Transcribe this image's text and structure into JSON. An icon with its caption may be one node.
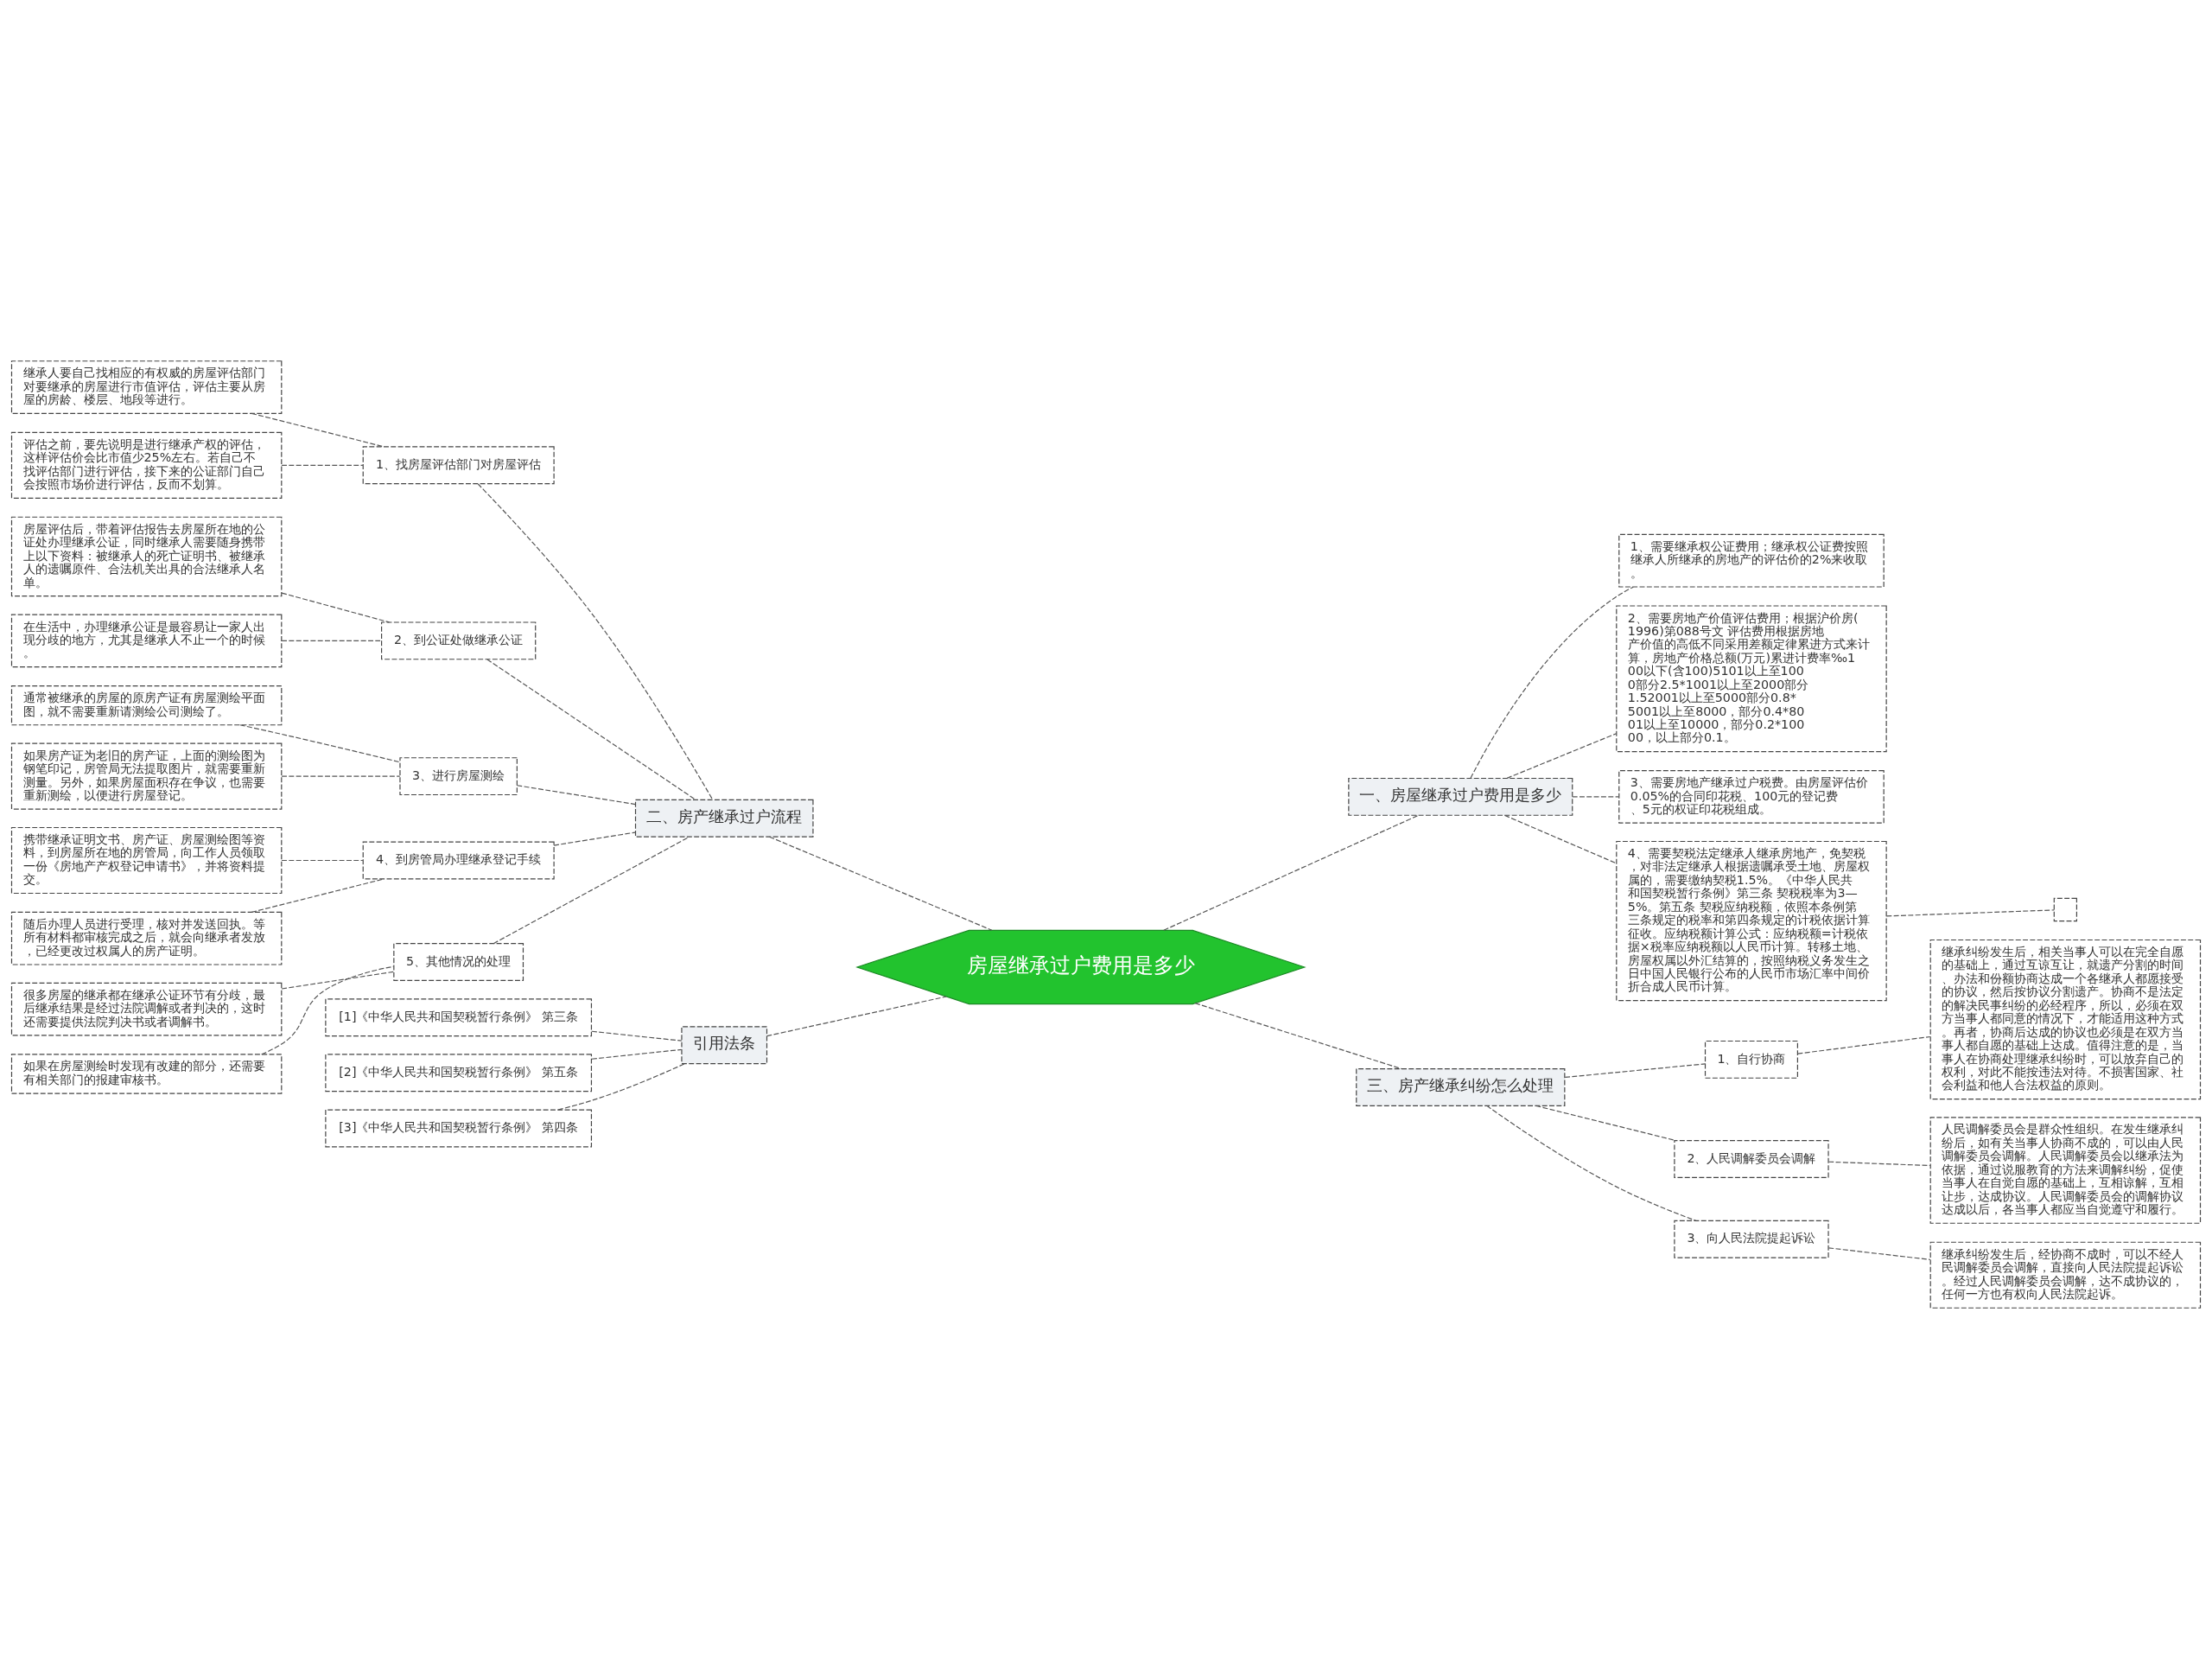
{
  "diagram": {
    "nodes": [
      {
        "text": [
          "房屋继承过户费用是多少"
        ]
      },
      {
        "text": [
          "一、房屋继承过户费用是多少"
        ]
      },
      {
        "text": [
          "1、需要继承权公证费用；继承权公证费按照继承人所继承的房地产的评估价的2%来收取。"
        ]
      },
      {
        "text": [
          "2、需要房地产价值评估费用；根据沪价房(1996)第088号文 评估费用根据房地产价值的高低不同采用差额定律累进方式来计算，房地产价格总额(万元)累进计费率‰100以下(含100)5101以上至1000部分2.5*1001以上至2000部分1.52001以上至5000部分0.8*5001以上至8000，部分0.4*8001以上至10000，部分0.2*10000，以上部分0.1。"
        ]
      },
      {
        "text": [
          "3、需要房地产继承过户税费。由房屋评估价0.05%的合同印花税、100元的登记费、5元的权证印花税组成。"
        ]
      },
      {
        "text": [
          "4、需要契税法定继承人继承房地产，免契税，对非法定继承人根据遗嘱承受土地、房屋权属的，需要缴纳契税1.5%。《中华人民共和国契税暂行条例》第三条 契税税率为3—5%。第五条 契税应纳税额，依照本条例第三条规定的税率和第四条规定的计税依据计算征收。应纳税额计算公式：应纳税额=计税依据×税率应纳税额以人民币计算。转移土地、房屋权属以外汇结算的，按照纳税义务发生之日中国人民银行公布的人民币市场汇率中间价折合成人民币计算。"
        ]
      },
      {
        "text": [],
        "shape": "box"
      },
      {
        "text": [
          "三、房产继承纠纷怎么处理"
        ]
      },
      {
        "text": [
          "1、自行协商"
        ]
      },
      {
        "text": [
          "继承纠纷发生后，相关当事人可以在完全自愿的基础上，通过互谅互让，就遗产分割的时间、办法和份额协商达成一个各继承人都愿接受的协议，然后按协议分割遗产。协商不是法定的解决民事纠纷的必经程序，所以，必须在双方当事人都同意的情况下，才能适用这种方式。再者，协商后达成的协议也必须是在双方当事人都自愿的基础上达成。值得注意的是，当事人在协商处理继承纠纷时，可以放弃自己的权利，对此不能按违法对待。不损害国家、社会利益和他人合法权益的原则。"
        ]
      },
      {
        "text": [
          "2、人民调解委员会调解"
        ]
      },
      {
        "text": [
          "人民调解委员会是群众性组织。在发生继承纠纷后，如有关当事人协商不成的，可以由人民调解委员会调解。人民调解委员会以继承法为依据，通过说服教育的方法来调解纠纷，促使当事人在自觉自愿的基础上，互相谅解，互相让步，达成协议。人民调解委员会的调解协议达成以后，各当事人都应当自觉遵守和履行。"
        ]
      },
      {
        "text": [
          "3、向人民法院提起诉讼"
        ]
      },
      {
        "text": [
          "继承纠纷发生后，经协商不成时，可以不经人民调解委员会调解，直接向人民法院提起诉讼。经过人民调解委员会调解，达不成协议的，任何一方也有权向人民法院起诉。"
        ]
      },
      {
        "text": [
          "二、房产继承过户流程"
        ]
      },
      {
        "text": [
          "1、找房屋评估部门对房屋评估"
        ]
      },
      {
        "text": [
          "继承人要自己找相应的有权威的房屋评估部门对要继承的房屋进行市值评估，评估主要从房屋的房龄、楼层、地段等进行。"
        ]
      },
      {
        "text": [
          "评估之前，要先说明是进行继承产权的评估，这样评估价会比市值少25%左右。若自己不找评估部门进行评估，接下来的公证部门自己会按照市场价进行评估，反而不划算。"
        ]
      },
      {
        "text": [
          "2、到公证处做继承公证"
        ]
      },
      {
        "text": [
          "房屋评估后，带着评估报告去房屋所在地的公证处办理继承公证，同时继承人需要随身携带上以下资料：被继承人的死亡证明书、被继承人的遗嘱原件、合法机关出具的合法继承人名单。"
        ]
      },
      {
        "text": [
          "在生活中，办理继承公证是最容易让一家人出现分歧的地方，尤其是继承人不止一个的时候。"
        ]
      },
      {
        "text": [
          "3、进行房屋测绘"
        ]
      },
      {
        "text": [
          "通常被继承的房屋的原房产证有房屋测绘平面图，就不需要重新请测绘公司测绘了。"
        ]
      },
      {
        "text": [
          "如果房产证为老旧的房产证，上面的测绘图为钢笔印记，房管局无法提取图片，就需要重新测量。另外，如果房屋面积存在争议，也需要重新测绘，以便进行房屋登记。"
        ]
      },
      {
        "text": [
          "4、到房管局办理继承登记手续"
        ]
      },
      {
        "text": [
          "携带继承证明文书、房产证、房屋测绘图等资料，到房屋所在地的房管局，向工作人员领取一份《房地产产权登记申请书》，并将资料提交。"
        ]
      },
      {
        "text": [
          "随后办理人员进行受理，核对并发送回执。等所有材料都审核完成之后，就会向继承者发放，已经更改过权属人的房产证明。"
        ]
      },
      {
        "text": [
          "5、其他情况的处理"
        ]
      },
      {
        "text": [
          "很多房屋的继承都在继承公证环节有分歧，最后继承结果是经过法院调解或者判决的，这时还需要提供法院判决书或者调解书。"
        ]
      },
      {
        "text": [
          "如果在房屋测绘时发现有改建的部分，还需要有相关部门的报建审核书。"
        ]
      },
      {
        "text": [
          "引用法条"
        ]
      },
      {
        "text": [
          "[1]《中华人民共和国契税暂行条例》 第三条"
        ]
      },
      {
        "text": [
          "[2]《中华人民共和国契税暂行条例》 第五条"
        ]
      },
      {
        "text": [
          "[3]《中华人民共和国契税暂行条例》 第四条"
        ]
      }
    ],
    "edges": [
      {
        "from": 0,
        "to": 1,
        "arrow": "none"
      },
      {
        "from": 1,
        "to": 2,
        "arrow": "none"
      },
      {
        "from": 1,
        "to": 3,
        "arrow": "none"
      },
      {
        "from": 1,
        "to": 4,
        "arrow": "none"
      },
      {
        "from": 1,
        "to": 5,
        "arrow": "none"
      },
      {
        "from": 5,
        "to": 6,
        "arrow": "none"
      },
      {
        "from": 0,
        "to": 7,
        "arrow": "none"
      },
      {
        "from": 7,
        "to": 8,
        "arrow": "none"
      },
      {
        "from": 8,
        "to": 9,
        "arrow": "none"
      },
      {
        "from": 7,
        "to": 10,
        "arrow": "none"
      },
      {
        "from": 10,
        "to": 11,
        "arrow": "none"
      },
      {
        "from": 7,
        "to": 12,
        "arrow": "none"
      },
      {
        "from": 12,
        "to": 13,
        "arrow": "none"
      },
      {
        "from": 0,
        "to": 14,
        "arrow": "none"
      },
      {
        "from": 14,
        "to": 15,
        "arrow": "none"
      },
      {
        "from": 15,
        "to": 16,
        "arrow": "none"
      },
      {
        "from": 15,
        "to": 17,
        "arrow": "none"
      },
      {
        "from": 14,
        "to": 18,
        "arrow": "none"
      },
      {
        "from": 18,
        "to": 19,
        "arrow": "none"
      },
      {
        "from": 18,
        "to": 20,
        "arrow": "none"
      },
      {
        "from": 14,
        "to": 21,
        "arrow": "none"
      },
      {
        "from": 21,
        "to": 22,
        "arrow": "none"
      },
      {
        "from": 21,
        "to": 23,
        "arrow": "none"
      },
      {
        "from": 14,
        "to": 24,
        "arrow": "none"
      },
      {
        "from": 24,
        "to": 25,
        "arrow": "none"
      },
      {
        "from": 24,
        "to": 26,
        "arrow": "none"
      },
      {
        "from": 14,
        "to": 27,
        "arrow": "none"
      },
      {
        "from": 27,
        "to": 28,
        "arrow": "none"
      },
      {
        "from": 27,
        "to": 29,
        "arrow": "none"
      },
      {
        "from": 0,
        "to": 30,
        "arrow": "none"
      },
      {
        "from": 30,
        "to": 31,
        "arrow": "none"
      },
      {
        "from": 30,
        "to": 32,
        "arrow": "none"
      },
      {
        "from": 30,
        "to": 33,
        "arrow": "none"
      }
    ]
  }
}
